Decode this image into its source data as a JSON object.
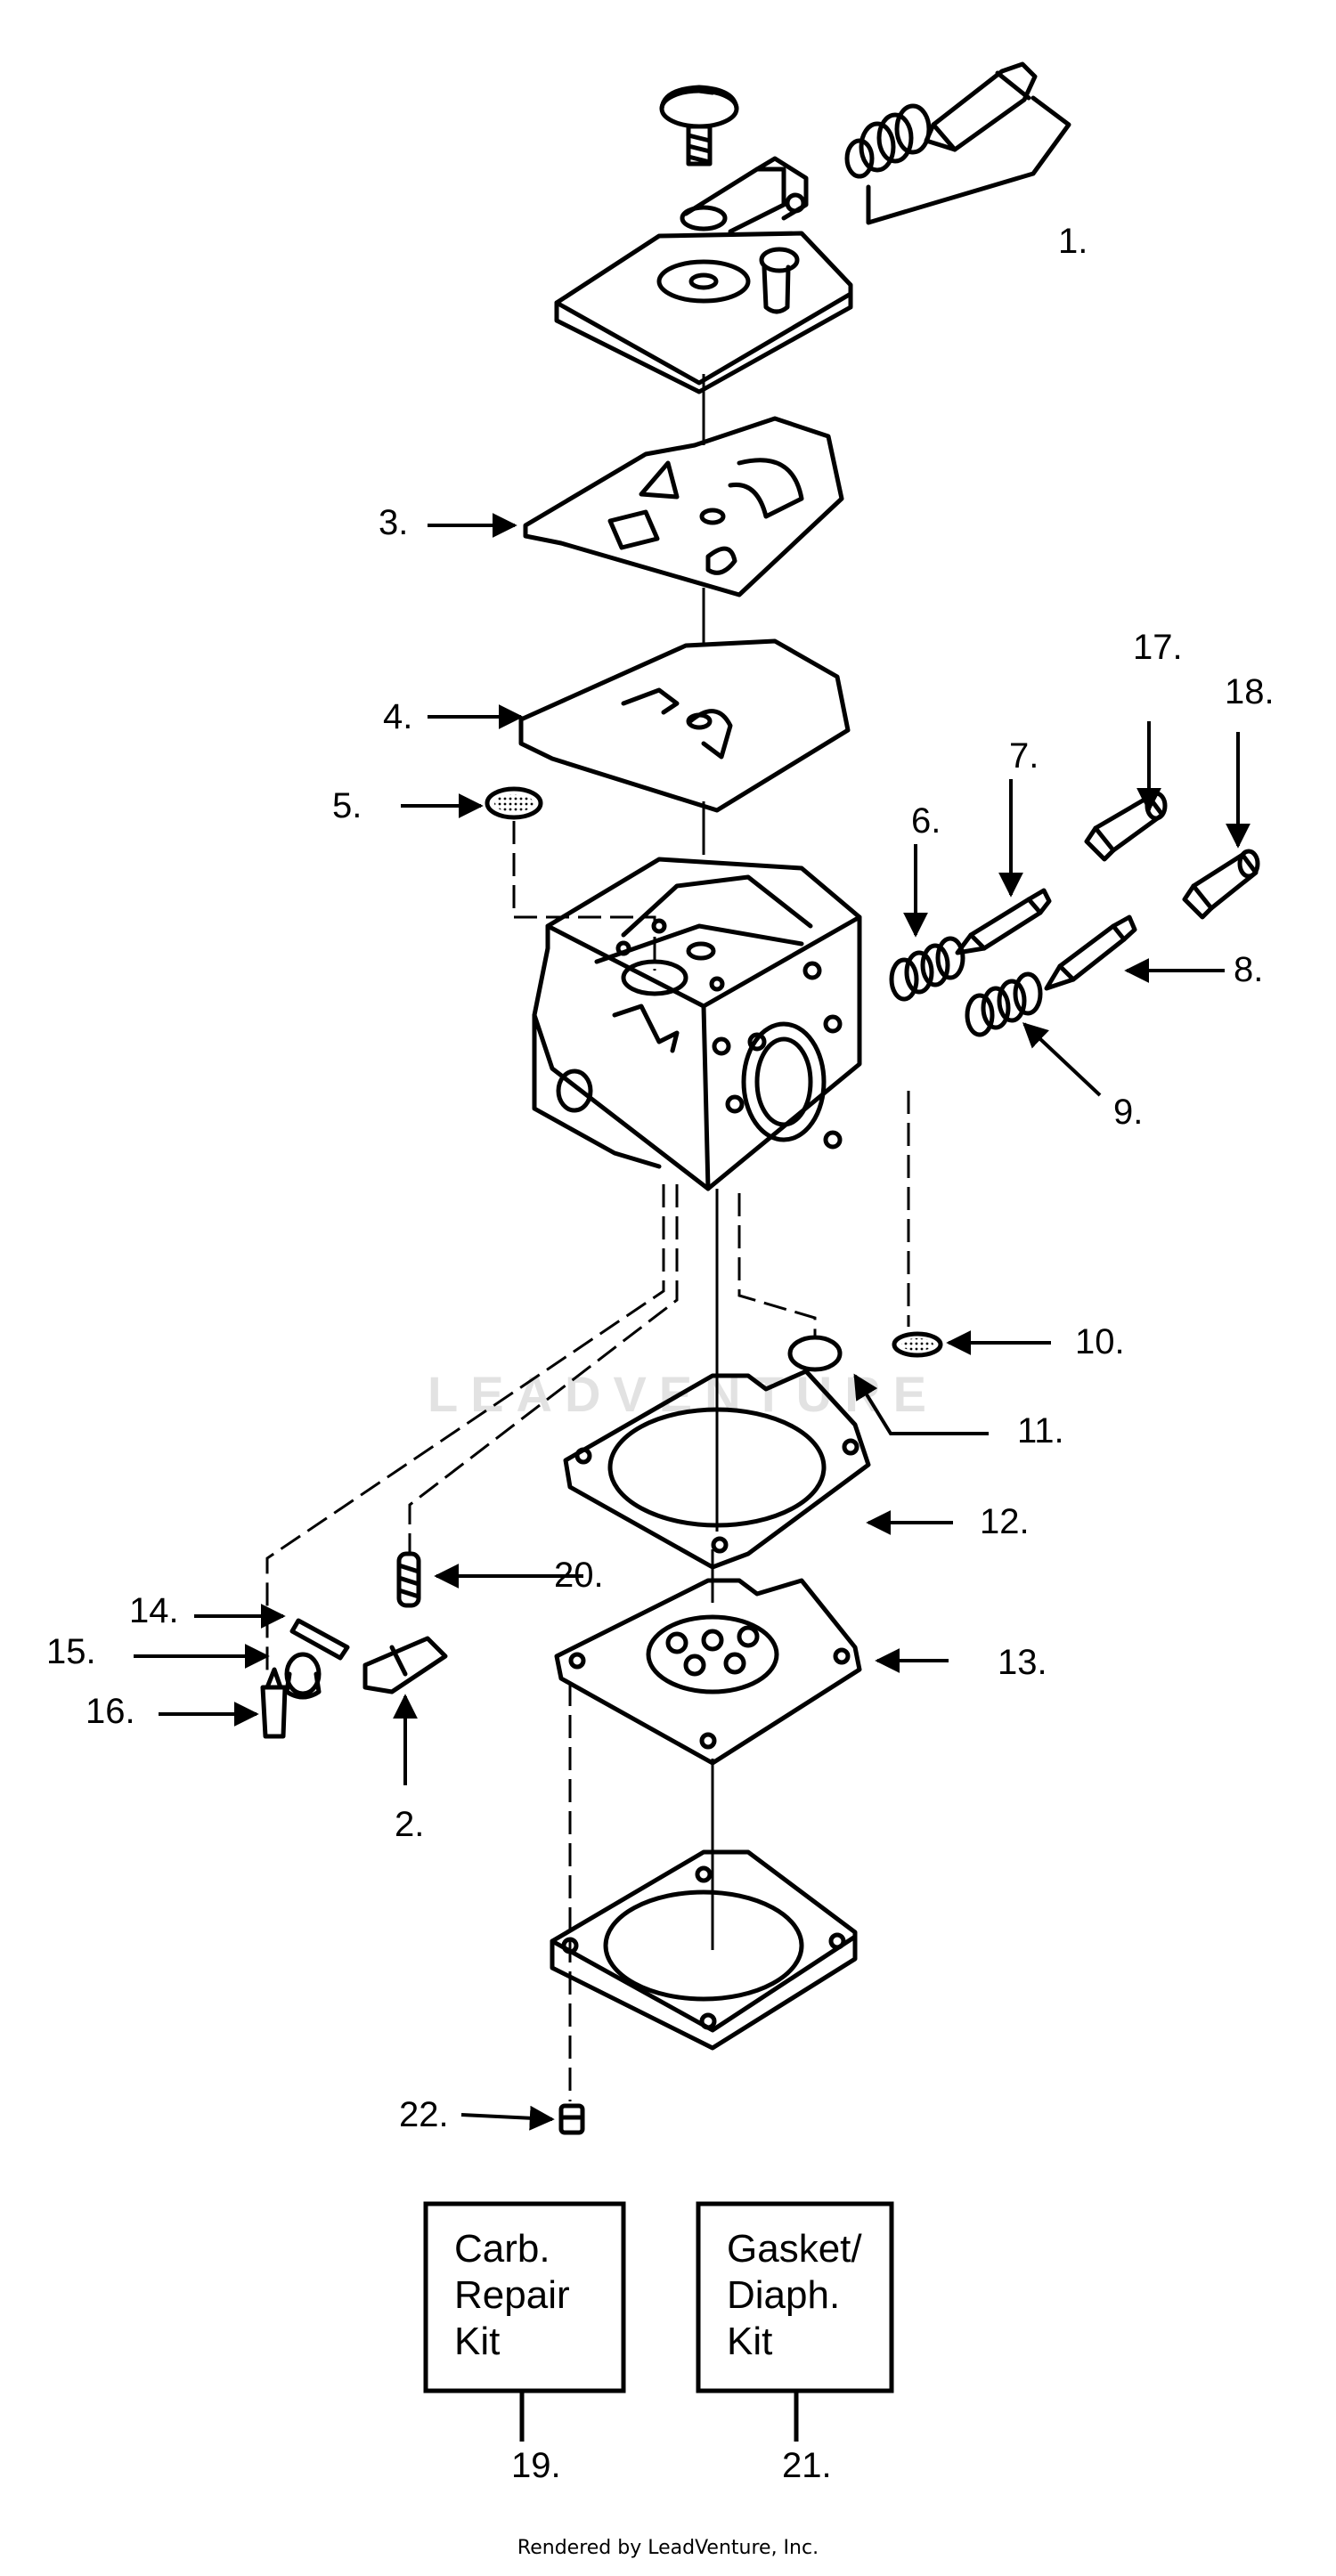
{
  "callouts": [
    "1.",
    "2.",
    "3.",
    "4.",
    "5.",
    "6.",
    "7.",
    "8.",
    "9.",
    "10.",
    "11.",
    "12.",
    "13.",
    "14.",
    "15.",
    "16.",
    "17.",
    "18.",
    "19.",
    "20.",
    "21.",
    "22."
  ],
  "kits": {
    "carb_repair": [
      "Carb.",
      "Repair",
      "Kit"
    ],
    "gasket_diaph": [
      "Gasket/",
      "Diaph.",
      "Kit"
    ]
  },
  "watermark": "LEADVENTURE",
  "footer": "Rendered by LeadVenture, Inc.",
  "colors": {
    "ink": "#000000",
    "paper": "#ffffff",
    "watermark": "#e2e2e2"
  }
}
